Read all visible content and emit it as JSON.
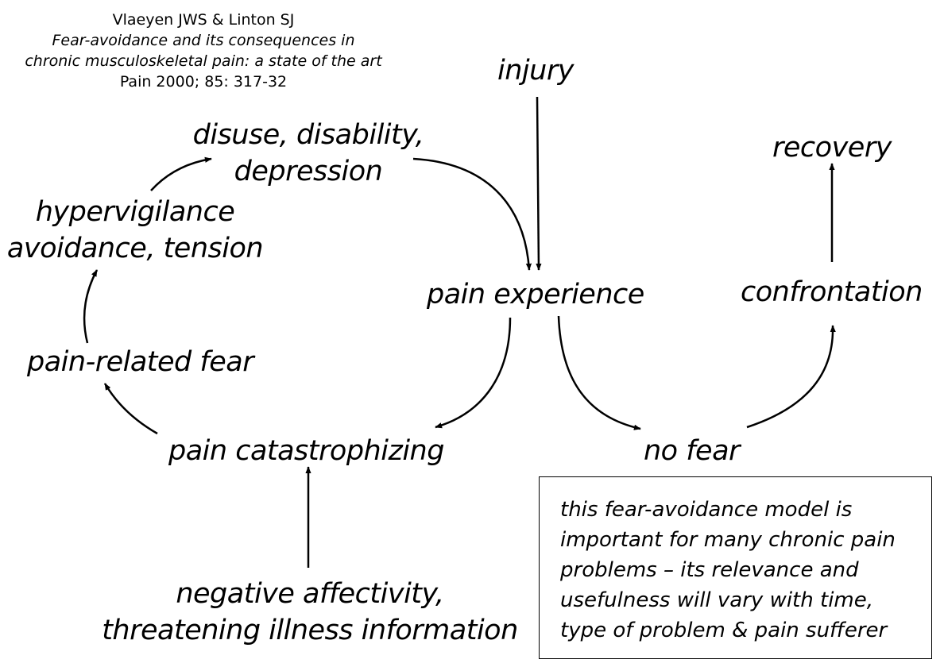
{
  "citation": {
    "authors": "Vlaeyen JWS & Linton SJ",
    "title_line1": "Fear-avoidance and its consequences in",
    "title_line2": "chronic musculoskeletal pain: a state of the art",
    "journal": "Pain 2000; 85: 317-32"
  },
  "nodes": {
    "injury": "injury",
    "disuse_line1": "disuse, disability,",
    "disuse_line2": "depression",
    "recovery": "recovery",
    "hypervigilance_line1": "hypervigilance",
    "hypervigilance_line2": "avoidance, tension",
    "pain_experience": "pain experience",
    "confrontation": "confrontation",
    "pain_related_fear": "pain-related fear",
    "pain_catastrophizing": "pain catastrophizing",
    "no_fear": "no fear",
    "negative_line1": "negative affectivity,",
    "negative_line2": "threatening illness information"
  },
  "note": {
    "line1": "this fear-avoidance model is",
    "line2": "important for many chronic pain",
    "line3": "problems – its relevance and",
    "line4": "usefulness will vary with time,",
    "line5": "type of problem & pain sufferer"
  },
  "colors": {
    "text": "#000000",
    "arrow": "#000000",
    "background": "#ffffff"
  }
}
